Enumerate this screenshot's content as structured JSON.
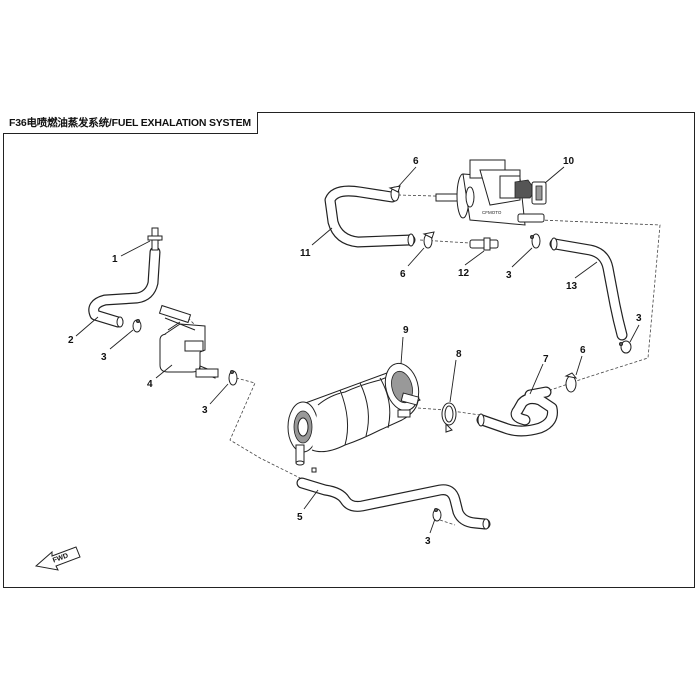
{
  "title": "F36电喷燃油蒸发系统/FUEL EXHALATION  SYSTEM",
  "fwd_label": "FWD",
  "callouts": {
    "c1": "1",
    "c2": "2",
    "c3a": "3",
    "c3b": "3",
    "c3c": "3",
    "c3d": "3",
    "c3e": "3",
    "c4": "4",
    "c5": "5",
    "c6a": "6",
    "c6b": "6",
    "c6c": "6",
    "c7": "7",
    "c8": "8",
    "c9": "9",
    "c10": "10",
    "c11": "11",
    "c12": "12",
    "c13": "13"
  },
  "valve_marking": "CFMOTO"
}
